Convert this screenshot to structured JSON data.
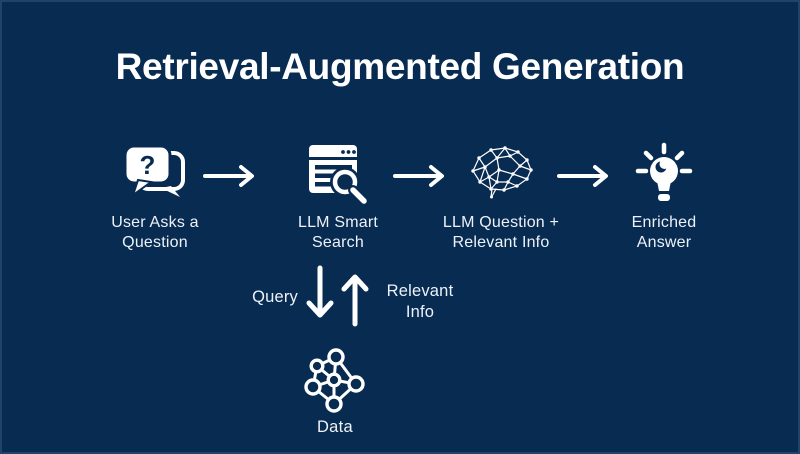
{
  "colors": {
    "background": "#082b52",
    "icon_foreground": "#ffffff",
    "text": "#eef2f8"
  },
  "title": "Retrieval-Augmented Generation",
  "flow": {
    "stages": [
      {
        "icon": "chat-question-icon",
        "line1": "User Asks a",
        "line2": "Question"
      },
      {
        "icon": "browser-search-icon",
        "line1": "LLM Smart",
        "line2": "Search"
      },
      {
        "icon": "brain-network-icon",
        "line1": "LLM Question +",
        "line2": "Relevant Info"
      },
      {
        "icon": "lightbulb-idea-icon",
        "line1": "Enriched",
        "line2": "Answer"
      }
    ]
  },
  "retrieval": {
    "query_label": "Query",
    "relevant_line1": "Relevant",
    "relevant_line2": "Info",
    "data_label": "Data",
    "data_icon": "data-network-icon"
  }
}
